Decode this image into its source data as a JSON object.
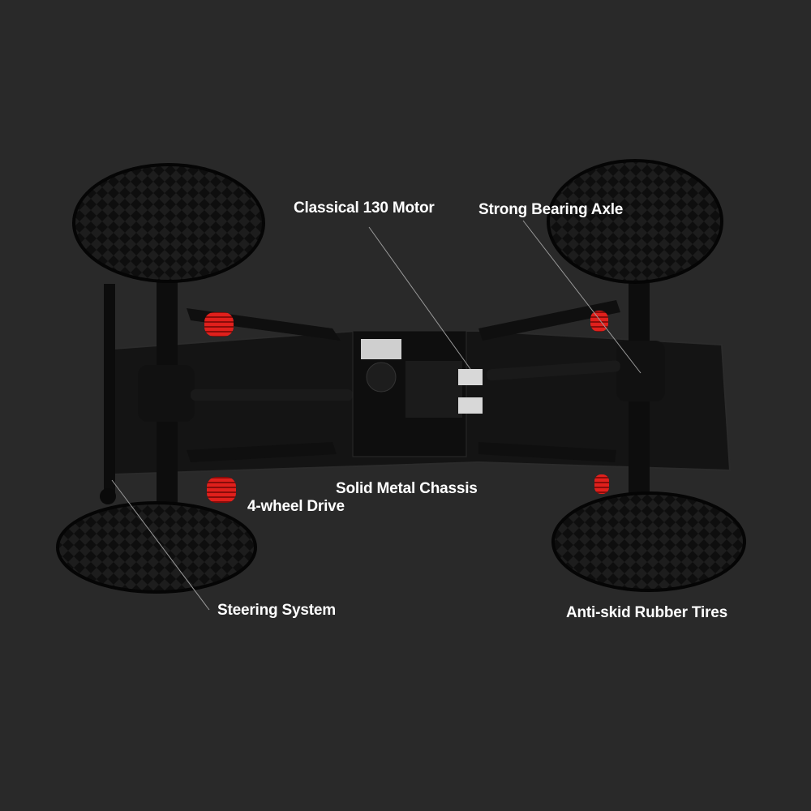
{
  "background_color": "#292929",
  "labels": {
    "motor": "Classical 130 Motor",
    "axle": "Strong Bearing Axle",
    "chassis": "Solid Metal Chassis",
    "drive": "4-wheel Drive",
    "steering": "Steering System",
    "tires": "Anti-skid Rubber Tires"
  },
  "colors": {
    "text": "#ffffff",
    "spring": "#e0201c",
    "tire": "#111111",
    "callout_line": "#9a9a9a"
  }
}
